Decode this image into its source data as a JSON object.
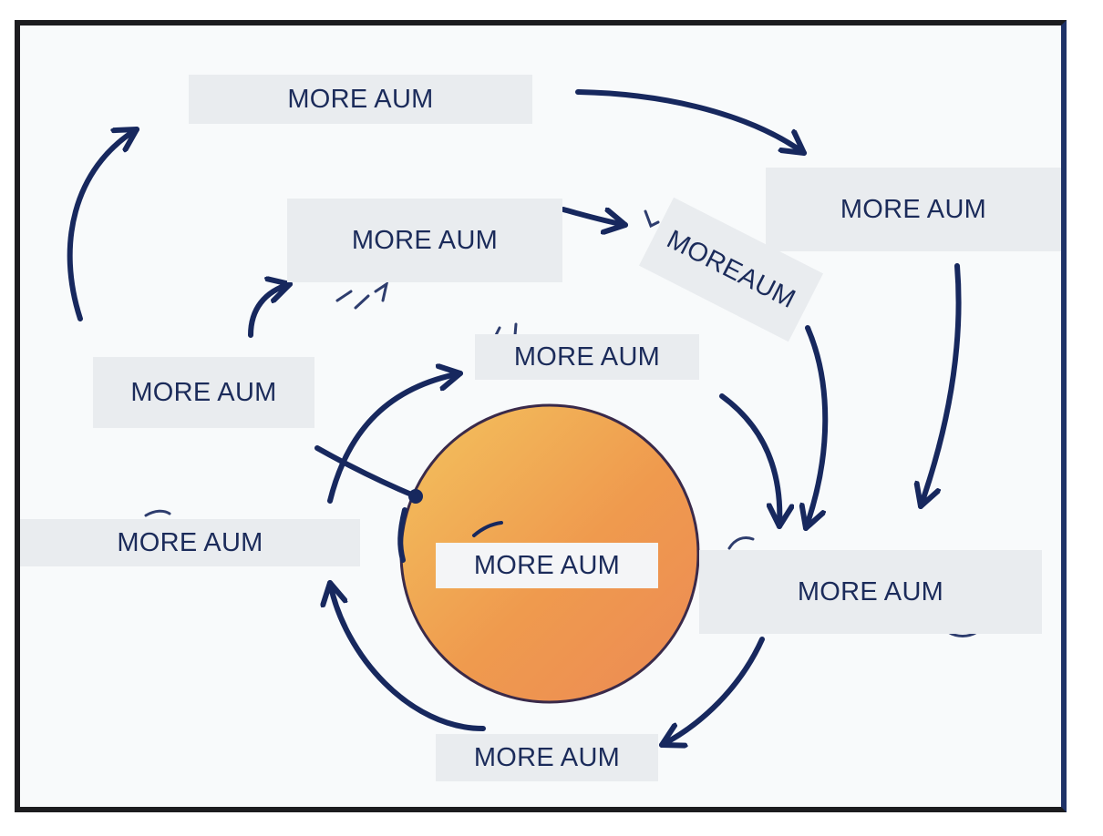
{
  "diagram": {
    "labels": [
      {
        "id": "top",
        "text": "MORE AUM"
      },
      {
        "id": "right-top",
        "text": "MORE AUM"
      },
      {
        "id": "upper-middle",
        "text": "MORE AUM"
      },
      {
        "id": "tilted",
        "line1": "MORE",
        "line2": "AUM"
      },
      {
        "id": "mid",
        "text": "MORE AUM"
      },
      {
        "id": "left",
        "text": "MORE AUM"
      },
      {
        "id": "lower-left",
        "text": "MORE AUM"
      },
      {
        "id": "center",
        "text": "MORE AUM"
      },
      {
        "id": "right-bottom",
        "text": "MORE AUM"
      },
      {
        "id": "bottom",
        "text": "MORE AUM"
      }
    ],
    "colors": {
      "arrow": "#17285e",
      "label_bg": "#e9ecef",
      "label_text": "#1b2b5a",
      "circle_light": "#f1b55c",
      "circle_dark": "#ee8a4c",
      "circle_stroke": "#3a2a4a",
      "frame": "#1c1c1f"
    }
  }
}
